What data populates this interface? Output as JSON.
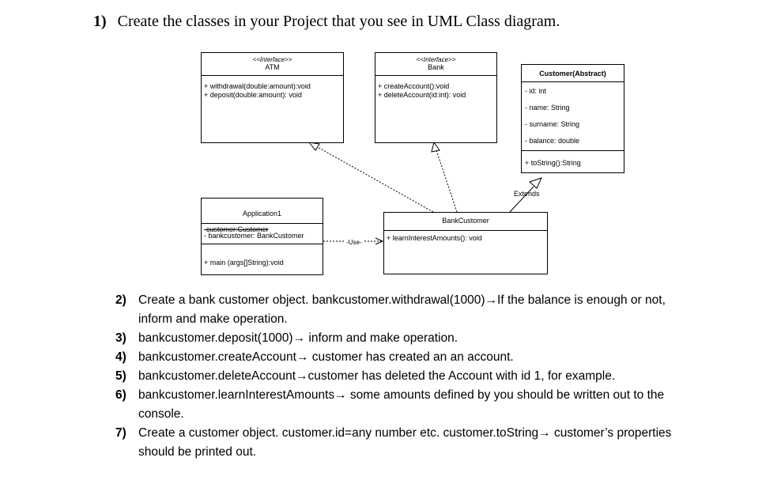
{
  "heading": {
    "number": "1)",
    "text": "Create the classes in your Project that you see in UML Class diagram."
  },
  "diagram": {
    "atm": {
      "stereotype": "<<Interface>>",
      "name": "ATM",
      "methods": [
        "+ withdrawal(double:amount):void",
        "+ deposit(double:amount): void"
      ]
    },
    "bank": {
      "stereotype": "<<Interface>>",
      "name": "Bank",
      "methods": [
        "+ createAccount():void",
        "+ deleteAccount(id:int): void"
      ]
    },
    "customer": {
      "name": "Customer(Abstract)",
      "fields": [
        "- id: int",
        "- name: String",
        "- surname: String",
        "- balance: double"
      ],
      "methods": [
        "+ toString():String"
      ]
    },
    "application": {
      "name": "Application1",
      "fields": [
        "-customer:Customer",
        "- bankcustomer: BankCustomer"
      ],
      "methods": [
        "+ main (args[]String):void"
      ]
    },
    "bankcustomer": {
      "name": "BankCustomer",
      "methods": [
        "+ learnInterestAmounts(): void"
      ]
    },
    "labels": {
      "extends": "Extends",
      "use": "-Use-"
    }
  },
  "tasks": [
    {
      "num": "2)",
      "text": "Create a bank customer object. bankcustomer.withdrawal(1000)→If the balance is enough or not, inform and make operation."
    },
    {
      "num": "3)",
      "text": "bankcustomer.deposit(1000)→ inform and make operation."
    },
    {
      "num": "4)",
      "text": "bankcustomer.createAccount→ customer has created an an account."
    },
    {
      "num": "5)",
      "text": "bankcustomer.deleteAccount→customer has deleted the Account with id 1, for example."
    },
    {
      "num": "6)",
      "text": "bankcustomer.learnInterestAmounts→ some amounts defined by you should be written out to the console."
    },
    {
      "num": "7)",
      "text": "Create a customer object. customer.id=any number etc. customer.toString→ customer’s properties should be printed out."
    }
  ]
}
